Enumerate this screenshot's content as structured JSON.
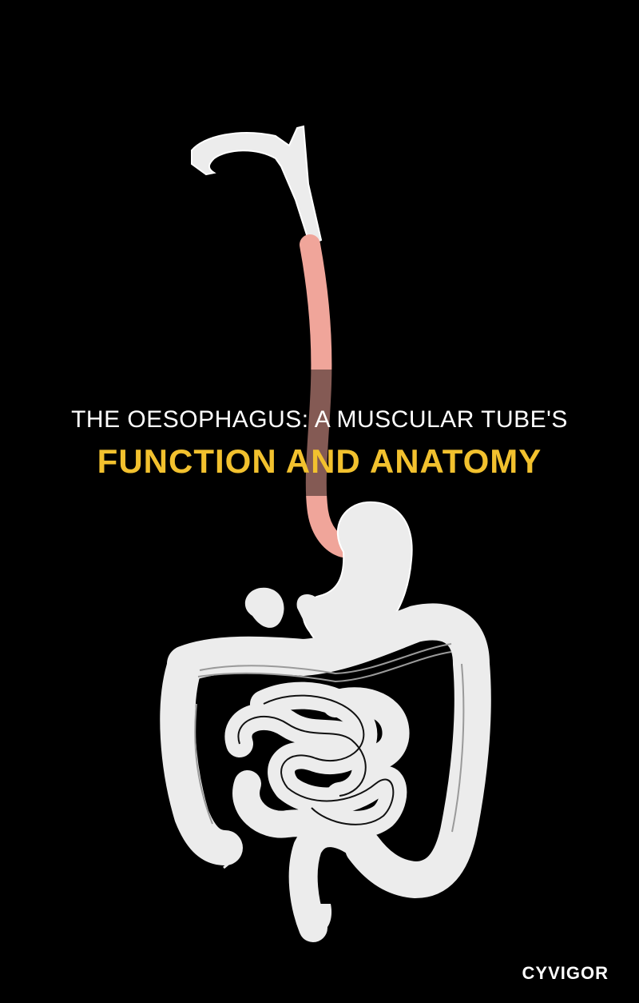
{
  "title": {
    "line1": "THE OESOPHAGUS: A MUSCULAR TUBE'S",
    "line2": "FUNCTION AND ANATOMY"
  },
  "brand": "CYVIGOR",
  "colors": {
    "background": "#000000",
    "title_accent": "#f2c12e",
    "oesophagus": "#f0a59a",
    "organs": "#ececec"
  },
  "illustration": "digestive-system"
}
